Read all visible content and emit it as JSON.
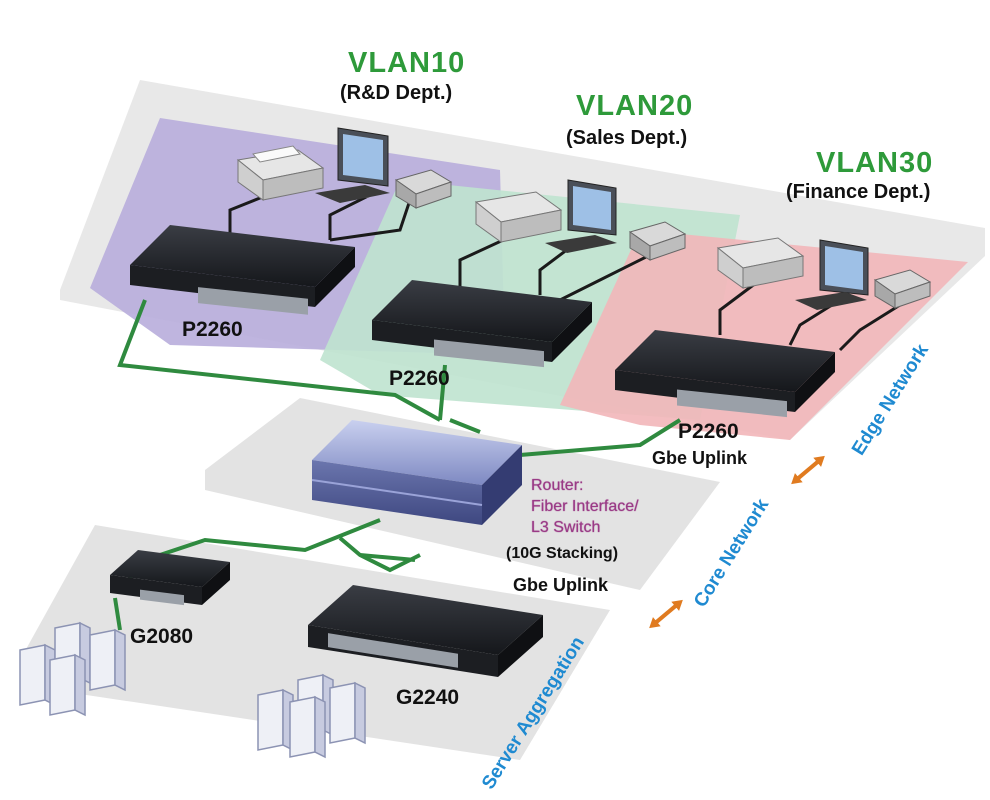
{
  "vlans": [
    {
      "title": "VLAN10",
      "dept": "(R&D Dept.)",
      "switch": "P2260"
    },
    {
      "title": "VLAN20",
      "dept": "(Sales Dept.)",
      "switch": "P2260"
    },
    {
      "title": "VLAN30",
      "dept": "(Finance Dept.)",
      "switch": "P2260"
    }
  ],
  "router": {
    "line1": "Router:",
    "line2": "Fiber Interface/",
    "line3": "L3 Switch",
    "stacking": "(10G Stacking)"
  },
  "uplinks": {
    "edge": "Gbe Uplink",
    "aggregation": "Gbe Uplink"
  },
  "aggregation": {
    "left_switch": "G2080",
    "right_switch": "G2240"
  },
  "layers": {
    "edge": "Edge Network",
    "core": "Core Network",
    "aggregation": "Server Aggregation"
  },
  "colors": {
    "vlan_title": "#2e9a3a",
    "vlan10_zone": "#b8addb",
    "vlan20_zone": "#bfe3cf",
    "vlan30_zone": "#f2b6b9",
    "link": "#2f8a3f",
    "router_text": "#9a3a86",
    "layer_text": "#1f8ad1",
    "arrow": "#e07b20"
  }
}
